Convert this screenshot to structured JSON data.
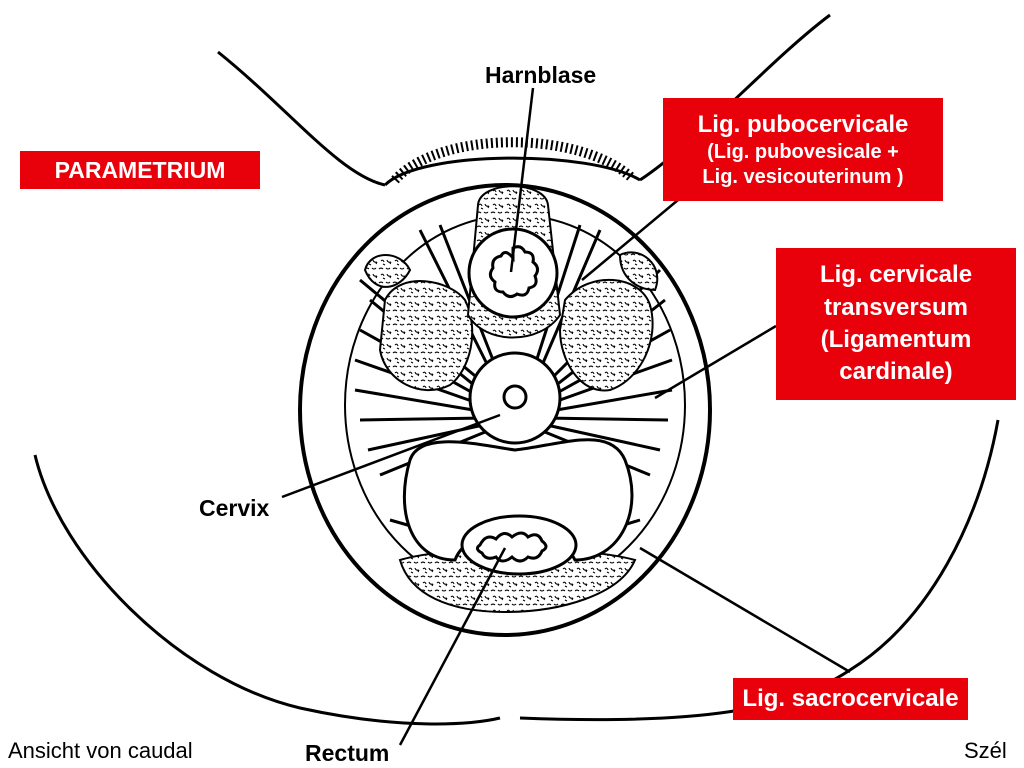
{
  "title": "PARAMETRIUM",
  "labels": {
    "harnblase": "Harnblase",
    "cervix": "Cervix",
    "rectum": "Rectum"
  },
  "boxes": {
    "pubocervicale": {
      "line1": "Lig. pubocervicale",
      "line2": "(Lig. pubovesicale +",
      "line3": "Lig. vesicouterinum )"
    },
    "cervicale_transversum": {
      "line1": "Lig. cervicale",
      "line2": "transversum",
      "line3": "(Ligamentum",
      "line4": "cardinale)"
    },
    "sacrocervicale": {
      "line1": "Lig. sacrocervicale"
    }
  },
  "footer": {
    "view_note": "Ansicht von caudal",
    "author": "Szél"
  },
  "colors": {
    "label_box": "#e8000b",
    "outline": "#000000",
    "background": "#ffffff"
  }
}
